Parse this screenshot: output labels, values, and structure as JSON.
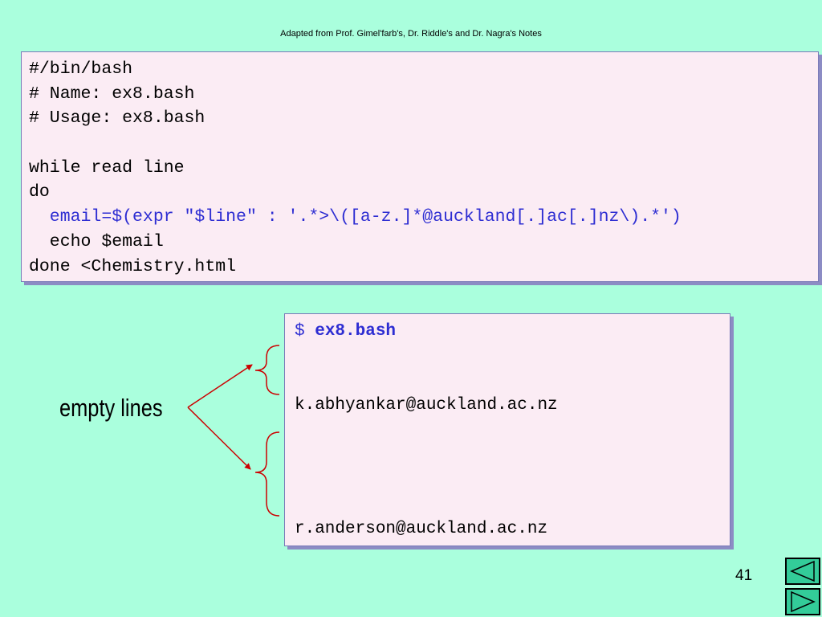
{
  "header": {
    "text": "Adapted from Prof. Gimel'farb's,  Dr. Riddle's and Dr. Nagra's Notes"
  },
  "script_listing": {
    "lines": [
      "#/bin/bash",
      "# Name: ex8.bash",
      "# Usage: ex8.bash",
      "",
      "while read line",
      "do",
      "  email=$(expr \"$line\" : '.*>\\([a-z.]*@auckland[.]ac[.]nz\\).*')",
      "  echo $email",
      "done <Chemistry.html"
    ],
    "highlighted_line_index": 6
  },
  "terminal_output": {
    "prompt": "$ ",
    "command": "ex8.bash",
    "output_lines": [
      "k.abhyankar@auckland.ac.nz",
      "r.anderson@auckland.ac.nz"
    ]
  },
  "annotation": {
    "label": "empty lines"
  },
  "footer": {
    "page_number": "41"
  },
  "navigation": {
    "previous_icon": "triangle-left-icon",
    "next_icon": "triangle-right-icon",
    "button_color": "#33cc99"
  },
  "colors": {
    "background": "#aaffdd",
    "box_fill": "#fbecf4",
    "highlight_text": "#2d2dd2",
    "arrow": "#cc0000",
    "brace": "#cc0000"
  }
}
